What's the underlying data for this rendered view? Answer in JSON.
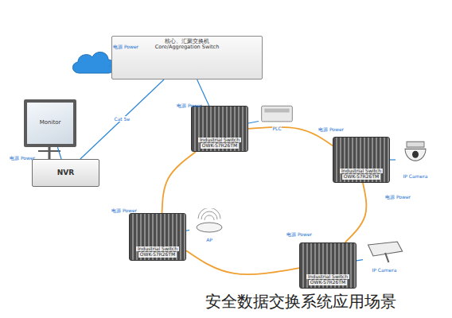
{
  "diagram": {
    "caption": "安全数据交换系统应用场景",
    "nodes": [
      {
        "text": [
          "核心、汇聚交换机",
          "Core/Aggregation Switch"
        ]
      },
      {
        "text": [
          "Monitor"
        ]
      },
      {
        "text": [
          "NVR"
        ]
      },
      {
        "text": [
          "Industrial Switch",
          "OWK-S7R26TM"
        ]
      },
      {
        "text": [
          "PLC"
        ]
      },
      {
        "text": [
          "Industrial Switch",
          "OWK-S7R26TM"
        ]
      },
      {
        "text": [
          "IP Camera"
        ]
      },
      {
        "text": [
          "Industrial Switch",
          "OWK-S7R26TM"
        ]
      },
      {
        "text": [
          "IP Camera"
        ]
      },
      {
        "text": [
          "Industrial Switch",
          "OWK-S7R26TM"
        ]
      },
      {
        "text": [
          "AP"
        ]
      }
    ],
    "edges": [
      {
        "from": 0,
        "to": 3,
        "arrow": "none"
      },
      {
        "from": 0,
        "to": 2,
        "label": "Cat 5e",
        "arrow": "none"
      },
      {
        "from": 2,
        "to": 1,
        "arrow": "none"
      },
      {
        "from": 3,
        "to": 4,
        "arrow": "none"
      },
      {
        "from": 5,
        "to": 6,
        "arrow": "none"
      },
      {
        "from": 7,
        "to": 8,
        "arrow": "none"
      },
      {
        "from": 9,
        "to": 10,
        "arrow": "none"
      },
      {
        "from": 3,
        "to": 5,
        "arrow": "none"
      },
      {
        "from": 5,
        "to": 7,
        "arrow": "none"
      },
      {
        "from": 7,
        "to": 9,
        "arrow": "none"
      },
      {
        "from": 9,
        "to": 3,
        "arrow": "none"
      }
    ],
    "labels": [
      "电源 Power",
      "电源 Power",
      "电源 Power",
      "电源 Power",
      "电源 Power",
      "电源 Power",
      "电源 Power"
    ]
  }
}
